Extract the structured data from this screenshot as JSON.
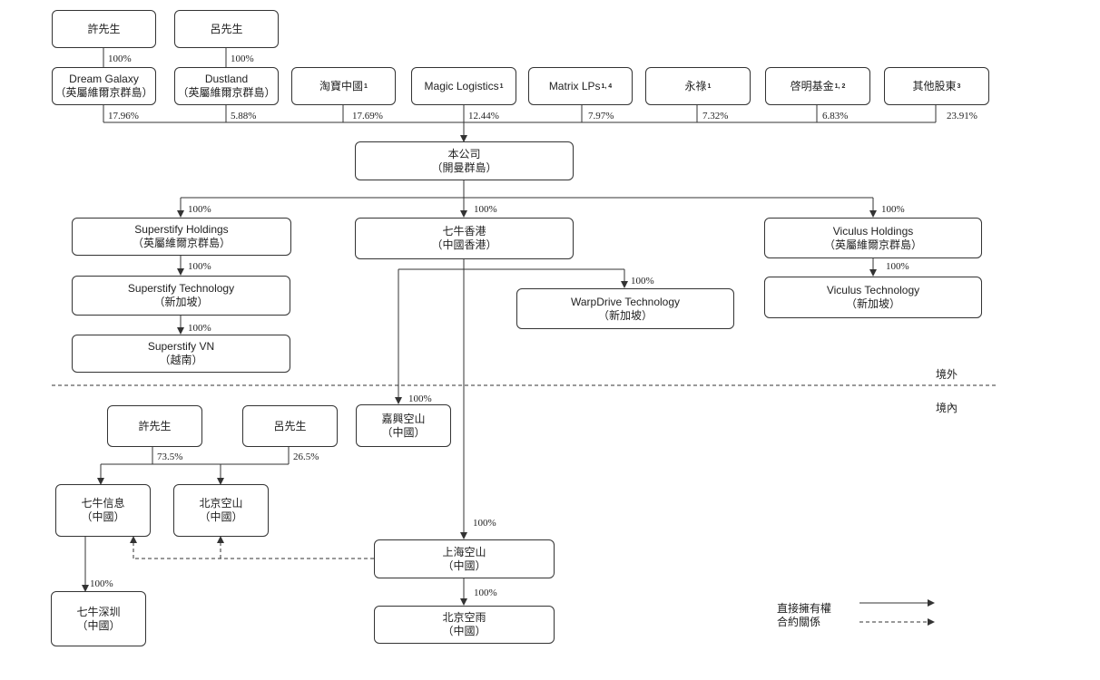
{
  "top_individuals": {
    "hsu": "許先生",
    "lu": "呂先生",
    "hsu_pct": "100%",
    "lu_pct": "100%"
  },
  "shareholders": [
    {
      "name": "Dream Galaxy",
      "sub": "（英屬維爾京群島）",
      "sup": "",
      "pct": "17.96%"
    },
    {
      "name": "Dustland",
      "sub": "（英屬維爾京群島）",
      "sup": "",
      "pct": "5.88%"
    },
    {
      "name": "淘寶中國",
      "sub": "",
      "sup": "1",
      "pct": "17.69%"
    },
    {
      "name": "Magic Logistics",
      "sub": "",
      "sup": "1",
      "pct": "12.44%"
    },
    {
      "name": "Matrix LPs",
      "sub": "",
      "sup": "1, 4",
      "pct": "7.97%"
    },
    {
      "name": "永祿",
      "sub": "",
      "sup": "1",
      "pct": "7.32%"
    },
    {
      "name": "啓明基金",
      "sub": "",
      "sup": "1, 2",
      "pct": "6.83%"
    },
    {
      "name": "其他股東",
      "sub": "",
      "sup": "3",
      "pct": "23.91%"
    }
  ],
  "company": {
    "name": "本公司",
    "sub": "（開曼群島）"
  },
  "subsidiaries": {
    "superstify_holdings": {
      "name": "Superstify Holdings",
      "sub": "（英屬維爾京群島）",
      "pct": "100%"
    },
    "superstify_technology": {
      "name": "Superstify Technology",
      "sub": "（新加坡）",
      "pct": "100%"
    },
    "superstify_vn": {
      "name": "Superstify VN",
      "sub": "（越南）",
      "pct": "100%"
    },
    "qiniu_hk": {
      "name": "七牛香港",
      "sub": "（中國香港）",
      "pct": "100%"
    },
    "warpdrive": {
      "name": "WarpDrive Technology",
      "sub": "（新加坡）",
      "pct": "100%"
    },
    "viculus_holdings": {
      "name": "Viculus Holdings",
      "sub": "（英屬維爾京群島）",
      "pct": "100%"
    },
    "viculus_technology": {
      "name": "Viculus Technology",
      "sub": "（新加坡）",
      "pct": "100%"
    },
    "jiaxing": {
      "name": "嘉興空山",
      "sub": "（中國）",
      "pct": "100%"
    },
    "shanghai": {
      "name": "上海空山",
      "sub": "（中國）",
      "pct": "100%"
    },
    "beijing_kongyu": {
      "name": "北京空雨",
      "sub": "（中國）",
      "pct": "100%"
    }
  },
  "zones": {
    "offshore": "境外",
    "onshore": "境內"
  },
  "onshore_individuals": {
    "hsu": "許先生",
    "lu": "呂先生",
    "hsu_pct": "73.5%",
    "lu_pct": "26.5%"
  },
  "onshore_entities": {
    "qiniu_info": {
      "name": "七牛信息",
      "sub": "（中國）"
    },
    "beijing_kongshan": {
      "name": "北京空山",
      "sub": "（中國）"
    },
    "qiniu_shenzhen": {
      "name": "七牛深圳",
      "sub": "（中國）",
      "pct": "100%"
    }
  },
  "legend": {
    "direct": "直接擁有權",
    "contractual": "合約關係"
  },
  "colors": {
    "line": "#333333",
    "box_border": "#333333"
  }
}
